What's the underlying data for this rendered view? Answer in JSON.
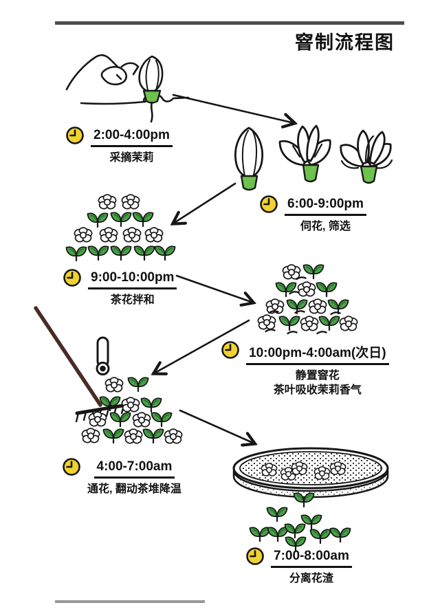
{
  "title": "窨制流程图",
  "steps": [
    {
      "id": "pick",
      "time": "2:00-4:00pm",
      "caption": "采摘茉莉"
    },
    {
      "id": "tend",
      "time": "6:00-9:00pm",
      "caption": "伺花, 筛选"
    },
    {
      "id": "mix",
      "time": "9:00-10:00pm",
      "caption": "茶花拌和"
    },
    {
      "id": "scent",
      "time": "10:00pm-4:00am(次日)",
      "caption": "静置窨花",
      "caption2": "茶叶吸收茉莉香气"
    },
    {
      "id": "aerate",
      "time": "4:00-7:00am",
      "caption": "通花, 翻动茶堆降温"
    },
    {
      "id": "separate",
      "time": "7:00-8:00am",
      "caption": "分离花渣"
    }
  ],
  "icons": {
    "clock": "clock-icon",
    "thermometer": "thermometer-icon",
    "rake": "rake-icon",
    "flower": "jasmine-flower-icon",
    "leaf": "tea-leaf-icon",
    "tray": "sieve-tray-icon"
  },
  "colors": {
    "ink": "#161616",
    "clock_yellow": "#f2d22e",
    "leaf_green": "#4aa147",
    "leaf_vein_green": "#2e7d32",
    "calyx_green": "#6fc14d",
    "rake_brown": "#4a2b24",
    "rule_gray": "#4d4d4d"
  }
}
